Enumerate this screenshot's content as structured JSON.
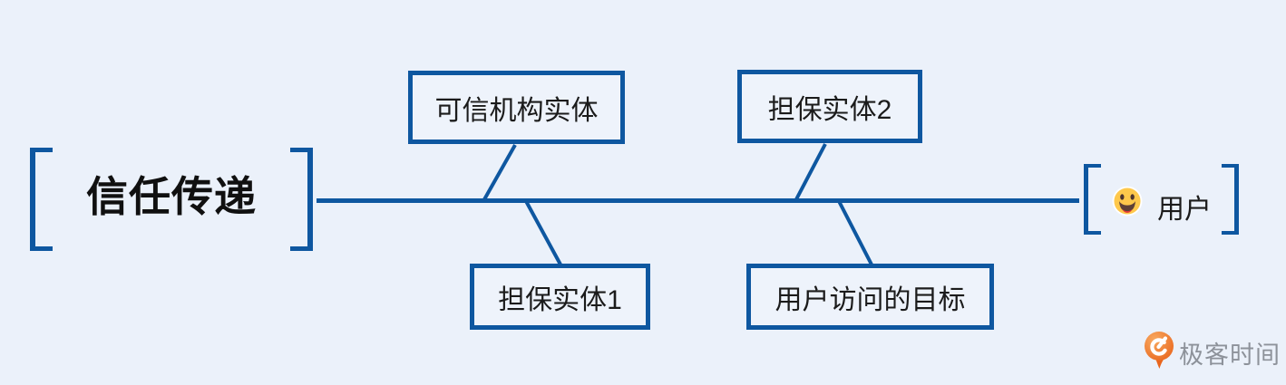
{
  "title": "信任传递",
  "colors": {
    "background": "#ebf1fa",
    "line_blue": "#0e57a0",
    "box_fill": "#eef3fb",
    "text_ink": "#1b1b1b",
    "emoji_yellow": "#ffc93d",
    "logo_orange": "#e9661d",
    "logo_text_gray": "#8d929a"
  },
  "diagram": {
    "type": "fishbone",
    "root": {
      "label": "信任传递"
    },
    "end": {
      "label": "用户",
      "icon": "grinning-face-emoji"
    },
    "branches": [
      {
        "label": "可信机构实体",
        "side": "top"
      },
      {
        "label": "担保实体1",
        "side": "bottom"
      },
      {
        "label": "担保实体2",
        "side": "top"
      },
      {
        "label": "用户访问的目标",
        "side": "bottom"
      }
    ]
  },
  "watermark": {
    "label": "极客时间",
    "icon": "geektime-logo-icon"
  }
}
